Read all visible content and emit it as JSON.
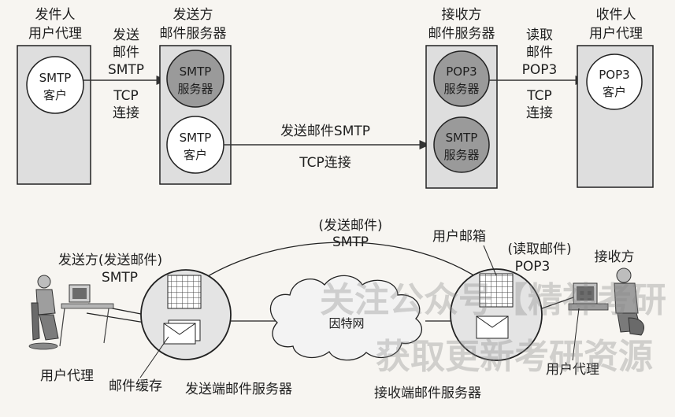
{
  "top": {
    "sender_agent": {
      "title1": "发件人",
      "title2": "用户代理",
      "client1": "SMTP",
      "client2": "客户"
    },
    "send_link": {
      "l1": "发送",
      "l2": "邮件",
      "l3": "SMTP",
      "l4": "TCP",
      "l5": "连接"
    },
    "send_server": {
      "title1": "发送方",
      "title2": "邮件服务器",
      "server1": "SMTP",
      "server2": "服务器",
      "client1": "SMTP",
      "client2": "客户"
    },
    "relay_link": {
      "l1": "发送邮件SMTP",
      "l2": "TCP连接"
    },
    "recv_server": {
      "title1": "接收方",
      "title2": "邮件服务器",
      "pop1": "POP3",
      "pop2": "服务器",
      "smtp1": "SMTP",
      "smtp2": "服务器"
    },
    "read_link": {
      "l1": "读取",
      "l2": "邮件",
      "l3": "POP3",
      "l4": "TCP",
      "l5": "连接"
    },
    "recv_agent": {
      "title1": "收件人",
      "title2": "用户代理",
      "client1": "POP3",
      "client2": "客户"
    }
  },
  "bottom": {
    "sender_label1": "发送方(发送邮件)",
    "sender_label2": "SMTP",
    "send_mail_label1": "(发送邮件)",
    "send_mail_label2": "SMTP",
    "mailbox_label": "用户邮箱",
    "read_label1": "(读取邮件)",
    "read_label2": "POP3",
    "receiver_label": "接收方",
    "internet_label": "因特网",
    "user_agent_left": "用户代理",
    "mail_cache": "邮件缓存",
    "send_server_label": "发送端邮件服务器",
    "recv_server_label": "接收端邮件服务器",
    "user_agent_right": "用户代理"
  },
  "watermark": {
    "line1": "关注公众号【精神考研",
    "line2": "获取更新考研资源"
  }
}
